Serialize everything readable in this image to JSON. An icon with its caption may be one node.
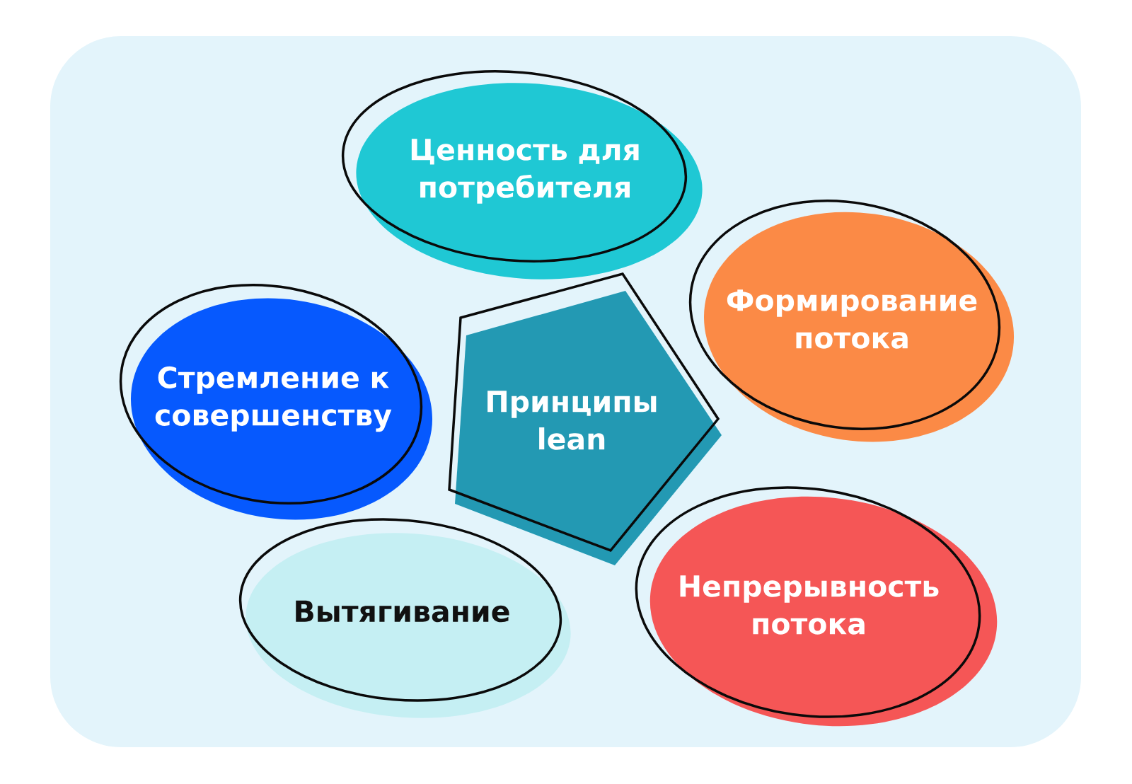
{
  "diagram": {
    "nodes": [
      {
        "text": [
          "Принципы lean"
        ]
      },
      {
        "text": [
          "Ценность для потребителя"
        ]
      },
      {
        "text": [
          "Формирование потока"
        ]
      },
      {
        "text": [
          "Непрерывность потока"
        ]
      },
      {
        "text": [
          "Вытягивание"
        ]
      },
      {
        "text": [
          "Стремление к совершенству"
        ]
      }
    ]
  }
}
